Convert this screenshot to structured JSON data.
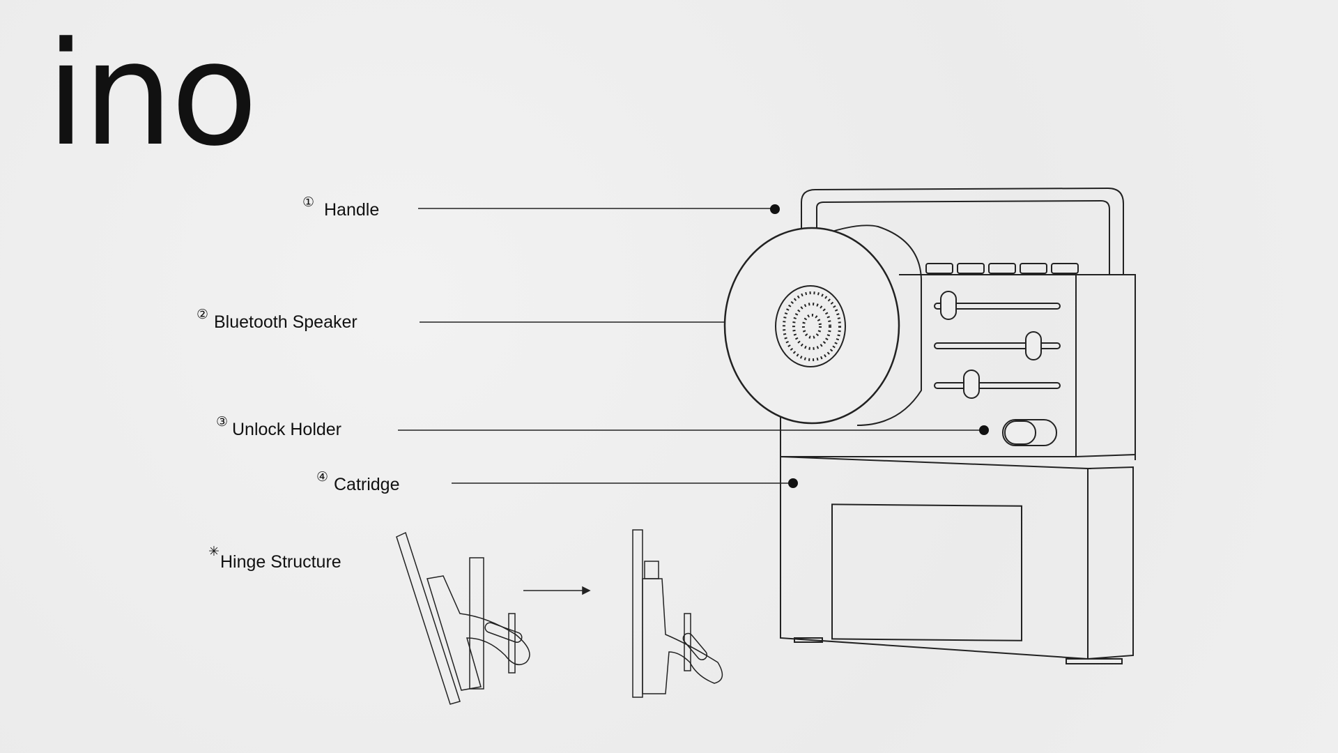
{
  "brand": {
    "logo_text": "ino"
  },
  "callouts": [
    {
      "marker": "①",
      "label": "Handle"
    },
    {
      "marker": "②",
      "label": "Bluetooth Speaker"
    },
    {
      "marker": "③",
      "label": "Unlock Holder"
    },
    {
      "marker": "④",
      "label": "Catridge"
    }
  ],
  "hinge": {
    "marker": "✳",
    "label": "Hinge Structure"
  }
}
